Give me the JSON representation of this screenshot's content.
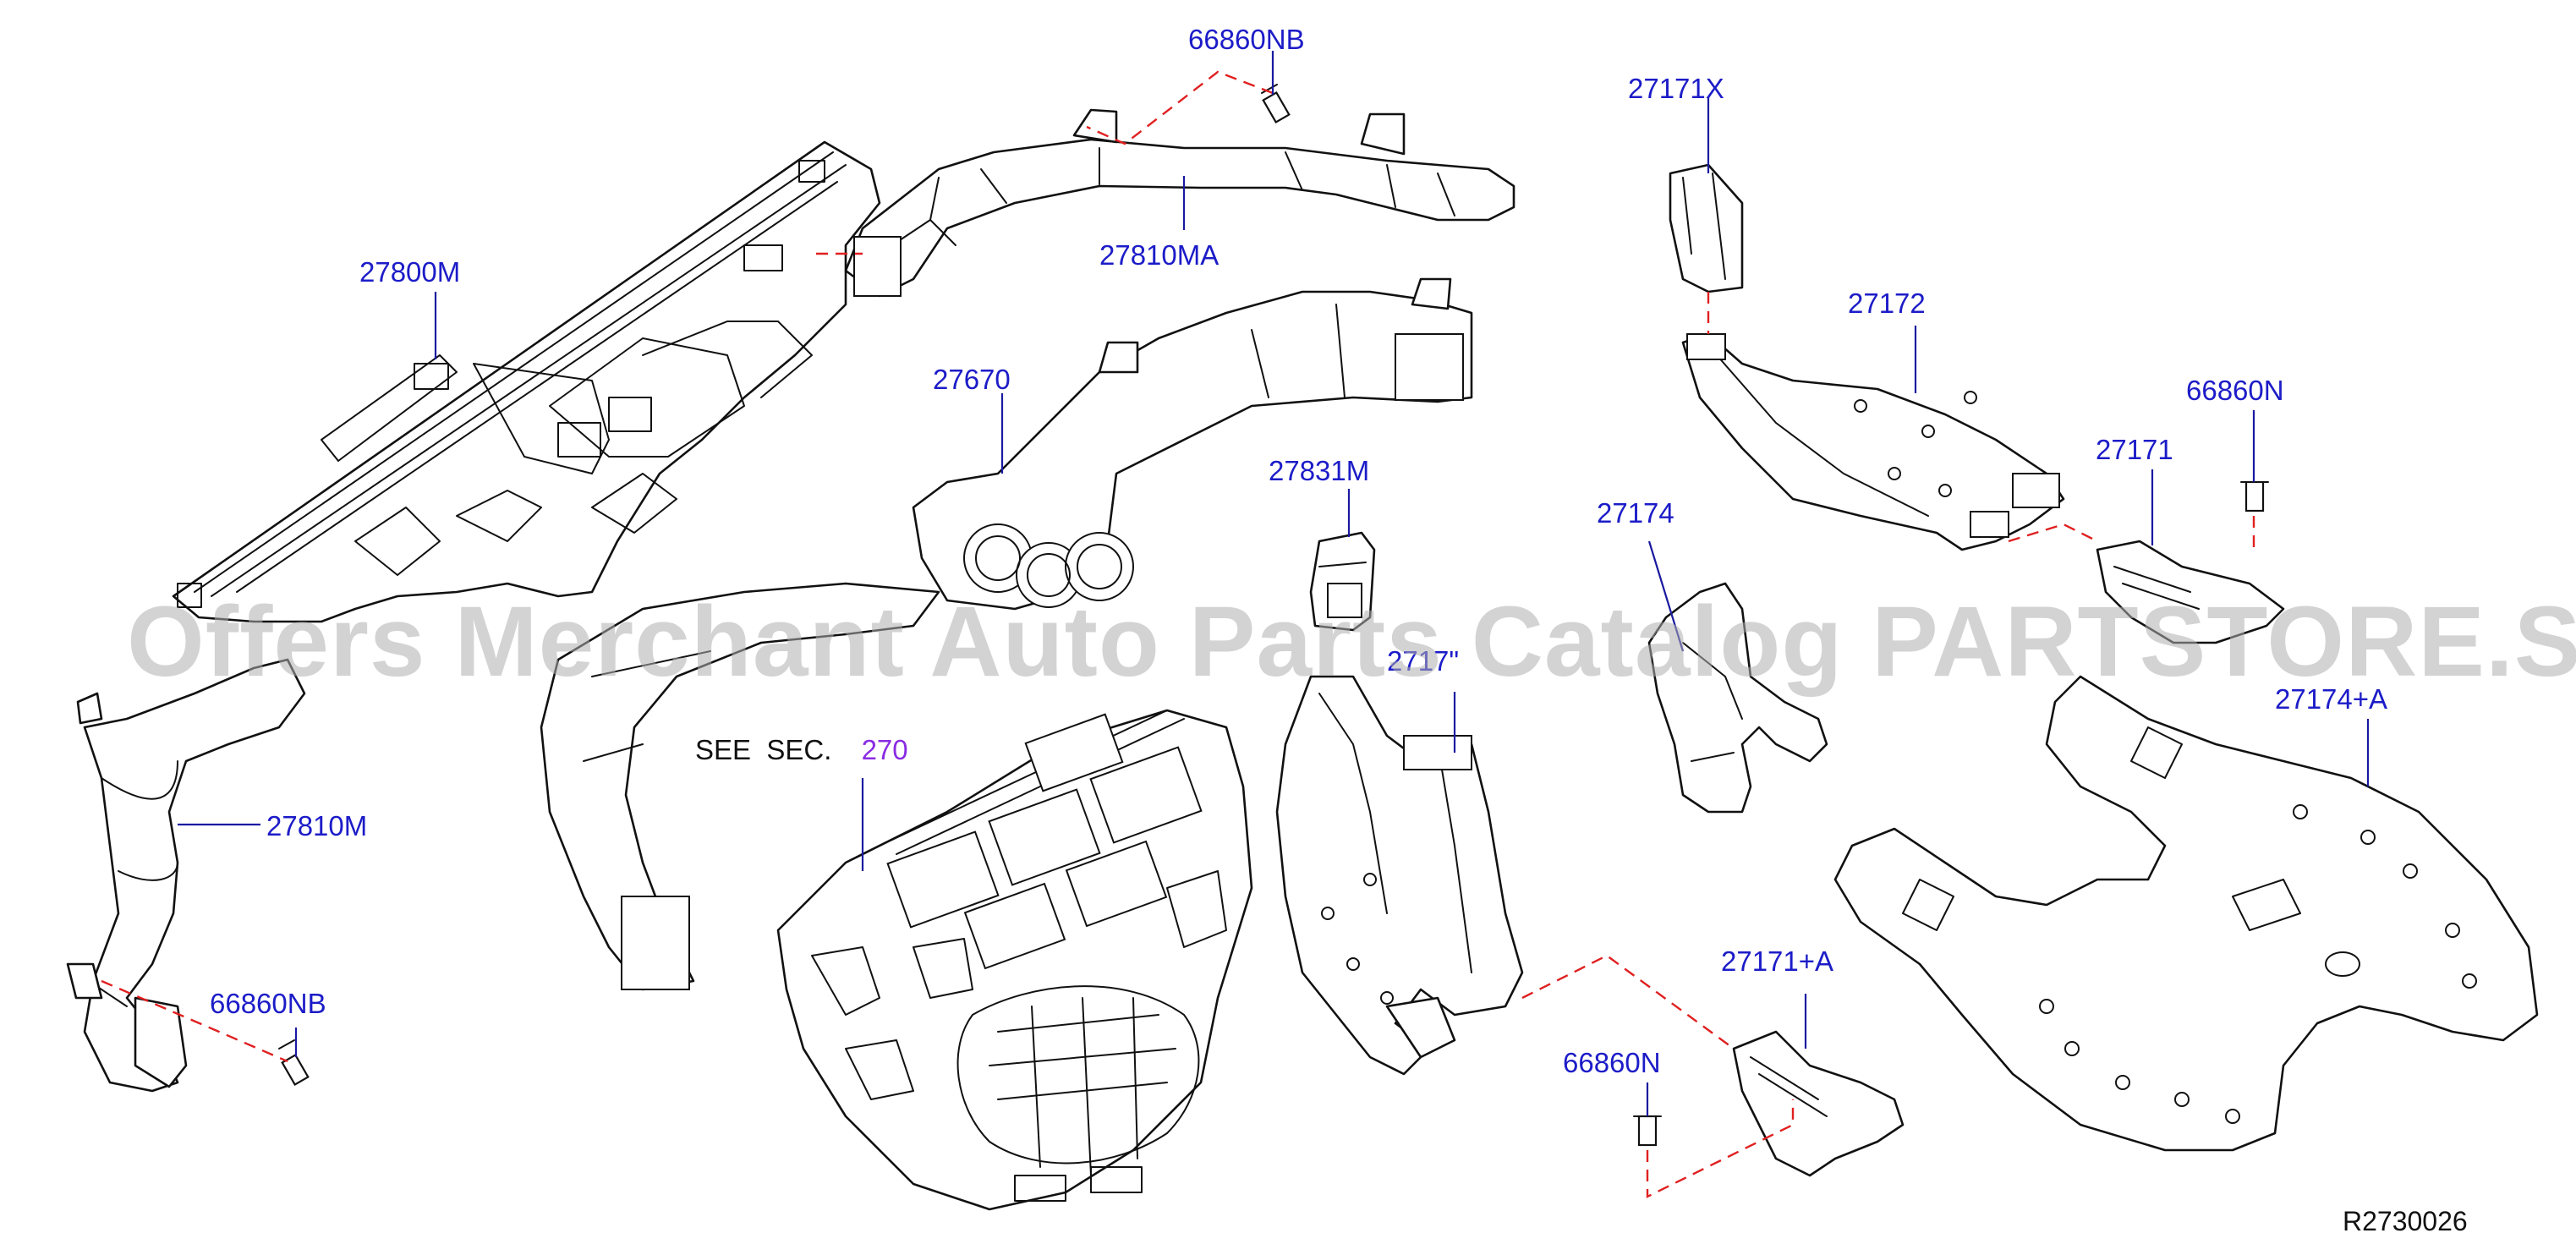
{
  "watermark": "Offers Merchant Auto Parts Catalog PARTSTORE.SA",
  "drawing_id": "R2730026",
  "section_ref": {
    "prefix": "SEE  SEC.",
    "number": "270",
    "number_color": "#8a2be2"
  },
  "label_color": "#1c1cc8",
  "connector_color": "#e02020",
  "callouts": {
    "c_27800M": "27800M",
    "c_27810MA": "27810MA",
    "c_66860NB_top": "66860NB",
    "c_27670": "27670",
    "c_27810M": "27810M",
    "c_66860NB_bottom": "66860NB",
    "c_27831M": "27831M",
    "c_2717x_partial": "2717\"",
    "c_27171X": "27171X",
    "c_27172": "27172",
    "c_66860N_right": "66860N",
    "c_27171": "27171",
    "c_27174": "27174",
    "c_27174A": "27174+A",
    "c_27171A": "27171+A",
    "c_66860N_bottom": "66860N"
  }
}
